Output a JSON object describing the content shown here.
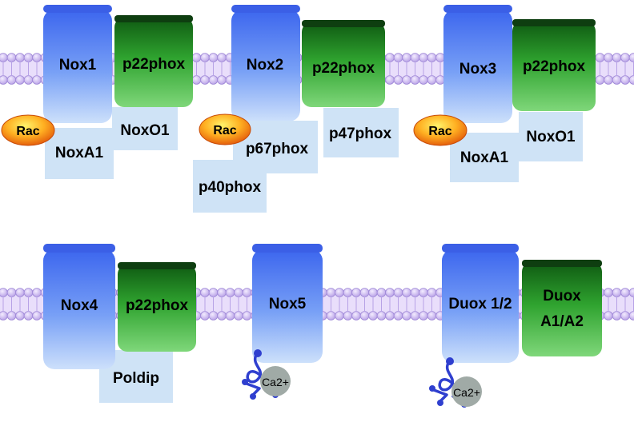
{
  "row1": {
    "nox1": "Nox1",
    "p22_a": "p22phox",
    "rac_a": "Rac",
    "noxa1_a": "NoxA1",
    "noxo1_a": "NoxO1",
    "nox2": "Nox2",
    "p22_b": "p22phox",
    "rac_b": "Rac",
    "p67phox": "p67phox",
    "p47phox": "p47phox",
    "p40phox": "p40phox",
    "nox3": "Nox3",
    "p22_c": "p22phox",
    "rac_c": "Rac",
    "noxa1_c": "NoxA1",
    "noxo1_c": "NoxO1"
  },
  "row2": {
    "nox4": "Nox4",
    "p22_d": "p22phox",
    "poldip": "Poldip",
    "nox5": "Nox5",
    "ca_a": "Ca2+",
    "duox": "Duox 1/2",
    "duoxa_line1": "Duox",
    "duoxa_line2": "A1/A2",
    "ca_b": "Ca2+"
  },
  "colors": {
    "nox_blue": "#5b86f0",
    "p22_green": "#2fa32f",
    "subunit_box": "#cfe3f6",
    "rac_orange": "#f07a10",
    "membrane_lilac": "#c9b3ef",
    "ca_gray": "#a0aaa6",
    "ef_hand_blue": "#2f3fcf"
  }
}
